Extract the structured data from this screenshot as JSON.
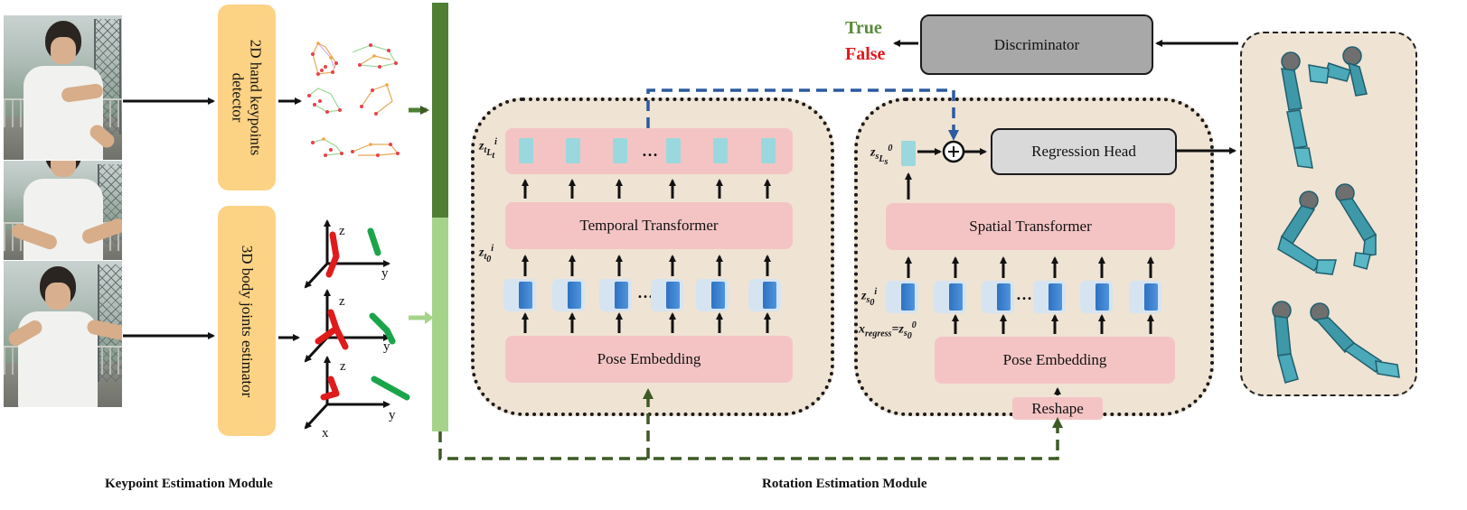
{
  "left_module": {
    "detector_label": "2D hand keypoints detector",
    "estimator_label": "3D body joints estimator",
    "caption": "Keypoint Estimation Module",
    "axes": {
      "x": "x",
      "y": "y",
      "z": "z"
    }
  },
  "rotation_module": {
    "caption": "Rotation Estimation Module",
    "temporal": {
      "transformer_label": "Temporal Transformer",
      "embedding_label": "Pose Embedding",
      "ellipsis": "…"
    },
    "spatial": {
      "transformer_label": "Spatial Transformer",
      "embedding_label": "Pose Embedding",
      "reshape_label": "Reshape",
      "regression_label": "Regression Head",
      "ellipsis": "…"
    }
  },
  "discriminator": {
    "label": "Discriminator",
    "true_label": "True",
    "false_label": "False",
    "true_color": "#5a8a3c",
    "false_color": "#e3191d"
  },
  "colors": {
    "dark_green": "#4e7f33",
    "light_green": "#a6d38a",
    "blue_dashed": "#2c5aa0",
    "green_dashed": "#3d5a24",
    "yellow_box": "#fcd284",
    "panel_bg": "#efe3d4",
    "pink_box": "#f4c4c4"
  }
}
